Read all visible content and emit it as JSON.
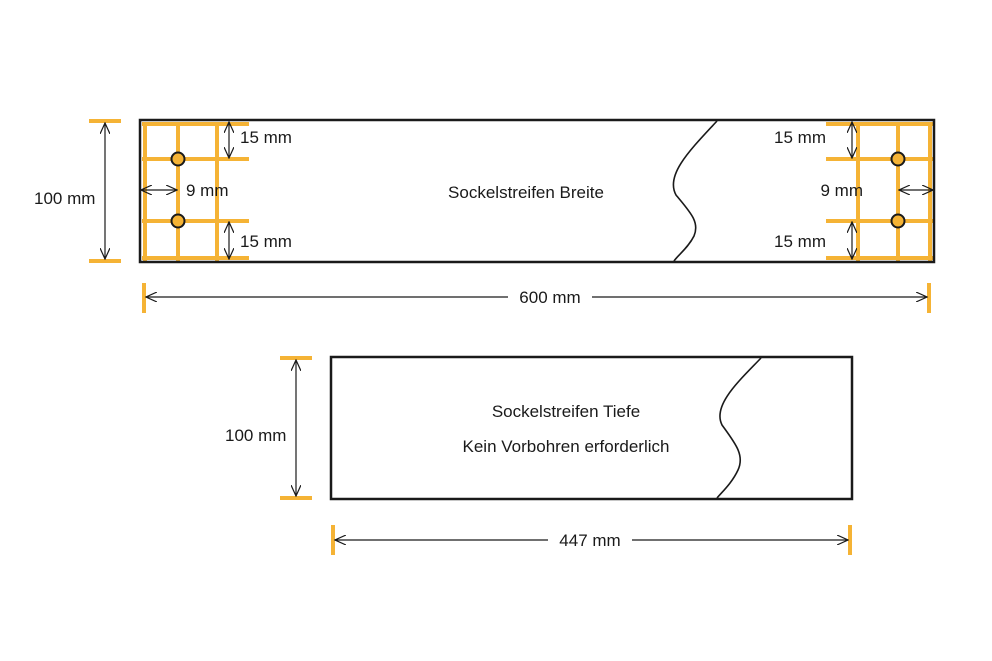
{
  "colors": {
    "accent": "#f5b335",
    "line": "#1a1a1a",
    "background": "#ffffff"
  },
  "strip_width": {
    "title": "Sockelstreifen Breite",
    "height_label": "100 mm",
    "length_label": "600 mm",
    "left_top_offset": "15 mm",
    "left_bottom_offset": "15 mm",
    "left_edge_offset": "9 mm",
    "right_top_offset": "15 mm",
    "right_bottom_offset": "15 mm",
    "right_edge_offset": "9 mm"
  },
  "strip_depth": {
    "title": "Sockelstreifen Tiefe",
    "note": "Kein Vorbohren erforderlich",
    "height_label": "100 mm",
    "length_label": "447 mm"
  }
}
